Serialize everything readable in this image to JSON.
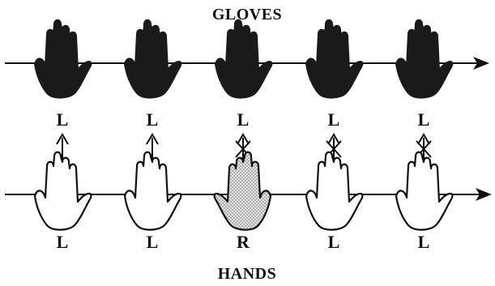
{
  "titles": {
    "top": "GLOVES",
    "bottom": "HANDS"
  },
  "gloves": [
    {
      "label": "L"
    },
    {
      "label": "L"
    },
    {
      "label": "L"
    },
    {
      "label": "L"
    },
    {
      "label": "L"
    }
  ],
  "hands": [
    {
      "label": "L",
      "shaded": false
    },
    {
      "label": "L",
      "shaded": false
    },
    {
      "label": "R",
      "shaded": true
    },
    {
      "label": "L",
      "shaded": false
    },
    {
      "label": "L",
      "shaded": false
    }
  ],
  "links": [
    {
      "type": "arrow"
    },
    {
      "type": "arrow"
    },
    {
      "type": "crossed-arrow"
    },
    {
      "type": "crossed-arrow"
    },
    {
      "type": "crossed-arrow"
    }
  ],
  "colors": {
    "glove": "#1a1a1a",
    "outline": "#111111",
    "hand_fill": "#ffffff",
    "shade_fill": "#cfcfcf"
  }
}
